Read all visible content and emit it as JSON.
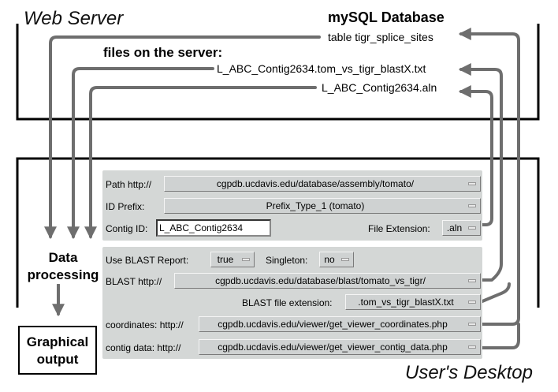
{
  "zones": {
    "web_server": "Web Server",
    "users_desktop": "User's Desktop"
  },
  "server": {
    "db_title": "mySQL Database",
    "db_table": "table tigr_splice_sites",
    "files_title": "files on the server:",
    "file_blast": "L_ABC_Contig2634.tom_vs_tigr_blastX.txt",
    "file_aln": "L_ABC_Contig2634.aln"
  },
  "processing": {
    "line1": "Data",
    "line2": "processing"
  },
  "output": {
    "line1": "Graphical",
    "line2": "output"
  },
  "form1": {
    "path_label": "Path http://",
    "path_value": "cgpdb.ucdavis.edu/database/assembly/tomato/",
    "prefix_label": "ID Prefix:",
    "prefix_value": "Prefix_Type_1 (tomato)",
    "contig_label": "Contig ID:",
    "contig_value": "L_ABC_Contig2634",
    "ext_label": "File Extension:",
    "ext_value": ".aln"
  },
  "form2": {
    "use_blast_label": "Use BLAST Report:",
    "use_blast_value": "true",
    "singleton_label": "Singleton:",
    "singleton_value": "no",
    "blast_label": "BLAST http://",
    "blast_value": "cgpdb.ucdavis.edu/database/blast/tomato_vs_tigr/",
    "blast_ext_label": "BLAST file extension:",
    "blast_ext_value": ".tom_vs_tigr_blastX.txt",
    "coords_label": "coordinates: http://",
    "coords_value": "cgpdb.ucdavis.edu/viewer/get_viewer_coordinates.php",
    "contigdata_label": "contig data: http://",
    "contigdata_value": "cgpdb.ucdavis.edu/viewer/get_viewer_contig_data.php"
  },
  "colors": {
    "wire": "#6e6e6e",
    "panel": "#d4d7d6",
    "frame": "#000000"
  }
}
